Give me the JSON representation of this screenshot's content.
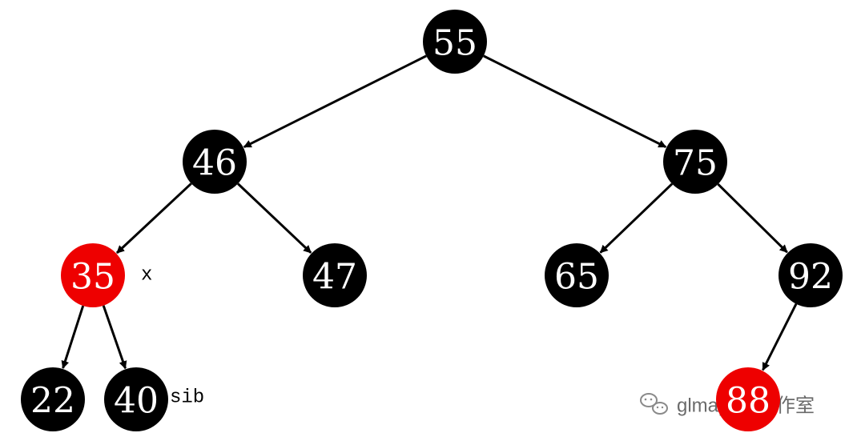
{
  "tree": {
    "colors": {
      "black": "#000000",
      "red": "#ee0000",
      "text": "#ffffff"
    },
    "nodes": [
      {
        "key": "55",
        "color": "black"
      },
      {
        "key": "46",
        "color": "black"
      },
      {
        "key": "75",
        "color": "black"
      },
      {
        "key": "35",
        "color": "red"
      },
      {
        "key": "47",
        "color": "black"
      },
      {
        "key": "65",
        "color": "black"
      },
      {
        "key": "92",
        "color": "black"
      },
      {
        "key": "22",
        "color": "black"
      },
      {
        "key": "40",
        "color": "black"
      },
      {
        "key": "88",
        "color": "red"
      }
    ],
    "edges": [
      [
        "55",
        "46"
      ],
      [
        "55",
        "75"
      ],
      [
        "46",
        "35"
      ],
      [
        "46",
        "47"
      ],
      [
        "75",
        "65"
      ],
      [
        "75",
        "92"
      ],
      [
        "35",
        "22"
      ],
      [
        "35",
        "40"
      ],
      [
        "92",
        "88"
      ]
    ],
    "annotations": [
      {
        "node": "35",
        "text": "x"
      },
      {
        "node": "40",
        "text": "sib"
      }
    ]
  },
  "watermark": {
    "text": "glmapper工作室",
    "icon": "wechat-icon"
  }
}
